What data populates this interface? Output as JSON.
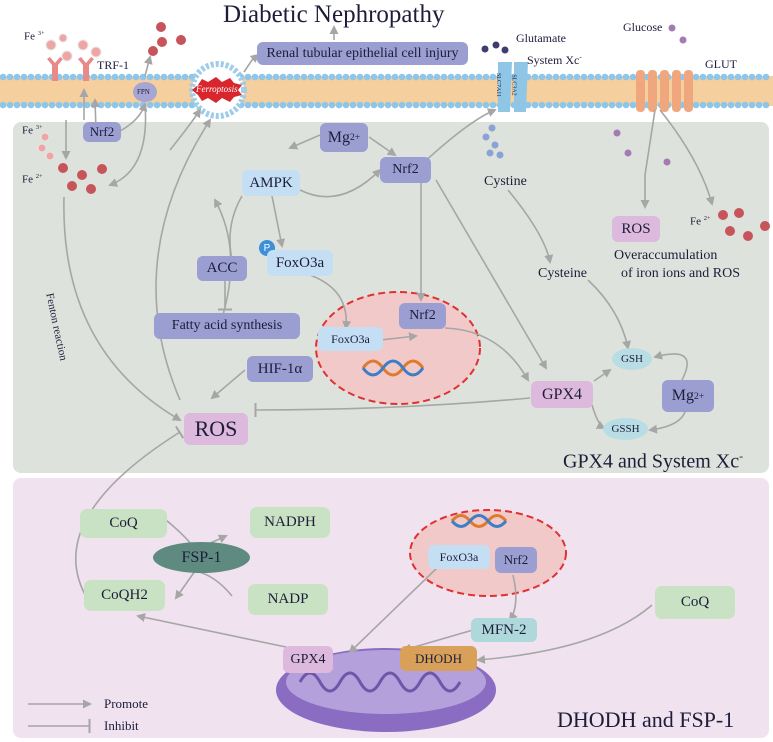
{
  "title": "Diabetic Nephropathy",
  "membrane": {
    "fe3": "Fe 3+",
    "trf1": "TRF-1",
    "fpn": "FPN",
    "ferroptosis": "Ferroptosis",
    "renal_injury": "Renal tubular epithelial cell injury",
    "glutamate": "Glutamate",
    "system_xc": "System Xc-",
    "slc7a11": "SLC7A11",
    "slc3a2": "SLC3A2",
    "glucose": "Glucose",
    "glut": "GLUT"
  },
  "panel_top": {
    "title": "GPX4 and System Xc-",
    "fe3": "Fe 3+",
    "fe2": "Fe 2+",
    "nrf2_left": "Nrf2",
    "mg_top": "Mg2+",
    "ampk": "AMPK",
    "nrf2_mid": "Nrf2",
    "cystine": "Cystine",
    "cysteine": "Cysteine",
    "p": "P",
    "foxo3a": "FoxO3a",
    "acc": "ACC",
    "fatty_acid": "Fatty acid synthesis",
    "fenton": "Fenton reaction",
    "nucleus_foxo3a": "FoxO3a",
    "nucleus_nrf2": "Nrf2",
    "hif": "HIF-1α",
    "ros_main": "ROS",
    "ros_right": "ROS",
    "fe2_right": "Fe 2+",
    "overaccumulation": [
      "Overaccumulation",
      "of iron ions and ROS"
    ],
    "gsh": "GSH",
    "gpx4": "GPX4",
    "mg_right": "Mg2+",
    "gssh": "GSSH"
  },
  "panel_bottom": {
    "title": "DHODH and FSP-1",
    "coq_left": "CoQ",
    "nadph": "NADPH",
    "fsp1": "FSP-1",
    "coqh2": "CoQH2",
    "nadp": "NADP",
    "nucleus_foxo3a": "FoxO3a",
    "nucleus_nrf2": "Nrf2",
    "mfn2": "MFN-2",
    "coq_right": "CoQ",
    "gpx4": "GPX4",
    "dhodh": "DHODH"
  },
  "legend": {
    "promote": "Promote",
    "inhibit": "Inhibit"
  },
  "colors": {
    "top_panel_bg": "#dde3dc",
    "bottom_panel_bg": "#f0e2ef",
    "arrow": "#a6a6a6",
    "nucleus_fill": "#f2c9c9",
    "nucleus_border": "#e03030",
    "ferroptosis_red": "#d8262c"
  }
}
